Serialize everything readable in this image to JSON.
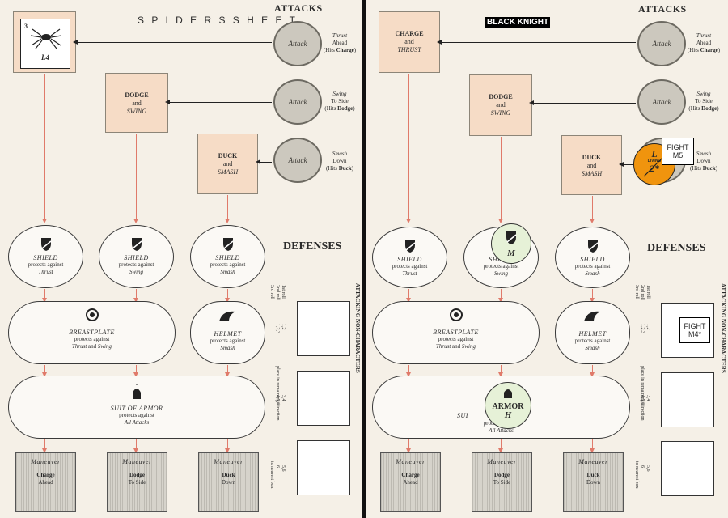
{
  "left": {
    "title": "S P I D E R S    S H E E T",
    "attacks_header": "ATTACKS",
    "defenses_header": "DEFENSES",
    "counter_top": "3",
    "counter_bottom": "L4",
    "attacks": [
      {
        "circle": "Attack",
        "line1": "Thrust",
        "line2": "Ahead",
        "hits_pre": "(Hits ",
        "hits_bold": "Charge",
        "hits_post": ")"
      },
      {
        "circle": "Attack",
        "line1": "Swing",
        "line2": "To Side",
        "hits_pre": "(Hits ",
        "hits_bold": "Dodge",
        "hits_post": ")"
      },
      {
        "circle": "Attack",
        "line1": "Smash",
        "line2": "Down",
        "hits_pre": "(Hits ",
        "hits_bold": "Duck",
        "hits_post": ")"
      }
    ],
    "boxes": [
      {
        "title": "DODGE",
        "and": "and",
        "sub": "SWING"
      },
      {
        "title": "DUCK",
        "and": "and",
        "sub": "SMASH"
      }
    ],
    "shields": [
      {
        "name": "SHIELD",
        "p": "protects against",
        "a": "Thrust"
      },
      {
        "name": "SHIELD",
        "p": "protects against",
        "a": "Swing"
      },
      {
        "name": "SHIELD",
        "p": "protects against",
        "a": "Smash"
      }
    ],
    "breastplate": {
      "name": "BREASTPLATE",
      "p": "protects against",
      "a1": "Thrust",
      "and": " and ",
      "a2": "Swing"
    },
    "helmet": {
      "name": "HELMET",
      "p": "protects against",
      "a": "Smash"
    },
    "armor": {
      "name": "SUIT OF ARMOR",
      "p": "protects against",
      "a": "All Attacks"
    },
    "maneuvers": [
      {
        "label": "Maneuver",
        "l1": "Charge",
        "l2": "Ahead"
      },
      {
        "label": "Maneuver",
        "l1": "Dodge",
        "l2": "To Side"
      },
      {
        "label": "Maneuver",
        "l1": "Duck",
        "l2": "Down"
      }
    ],
    "rolls": {
      "r1": "1st roll",
      "r2": "2nd roll",
      "r3": "3rd roll",
      "a": "1,2",
      "b": "1,2,3",
      "c": "3,4",
      "d": "4,5,6",
      "e": "5,6",
      "f": "6"
    },
    "side_label": "ATTACKING NON-CHARACTERS",
    "side_label2": "place in remaining direction",
    "side_label3": "to nearest box"
  },
  "right": {
    "title": "BLACK KNIGHT",
    "attacks_header": "ATTACKS",
    "defenses_header": "DEFENSES",
    "attacks": [
      {
        "circle": "Attack",
        "line1": "Thrust",
        "line2": "Ahead",
        "hits_pre": "(Hits ",
        "hits_bold": "Charge",
        "hits_post": ")"
      },
      {
        "circle": "Attack",
        "line1": "Swing",
        "line2": "To Side",
        "hits_pre": "(Hits ",
        "hits_bold": "Dodge",
        "hits_post": ")"
      },
      {
        "circle": "Attack",
        "line1": "Smash",
        "line2": "Down",
        "hits_pre": "(Hits ",
        "hits_bold": "Duck",
        "hits_post": ")"
      }
    ],
    "boxes": [
      {
        "title": "CHARGE",
        "and": "and",
        "sub": "THRUST"
      },
      {
        "title": "DODGE",
        "and": "and",
        "sub": "SWING"
      },
      {
        "title": "DUCK",
        "and": "and",
        "sub": "SMASH"
      }
    ],
    "shields": [
      {
        "name": "SHIELD",
        "p": "protects against",
        "a": "Thrust"
      },
      {
        "name": "SHIELD",
        "p": "protects against",
        "a": "Swing"
      },
      {
        "name": "SHIELD",
        "p": "protects against",
        "a": "Smash"
      }
    ],
    "breastplate": {
      "name": "BREASTPLATE",
      "p": "protects against",
      "a1": "Thrust",
      "and": " and ",
      "a2": "Swing"
    },
    "helmet": {
      "name": "HELMET",
      "p": "protects against",
      "a": "Smash"
    },
    "armor": {
      "name": "SUI",
      "p": "protects against",
      "a": "All Attacks"
    },
    "maneuvers": [
      {
        "label": "Maneuver",
        "l1": "Charge",
        "l2": "Ahead"
      },
      {
        "label": "Maneuver",
        "l1": "Dodge",
        "l2": "To Side"
      },
      {
        "label": "Maneuver",
        "l1": "Duck",
        "l2": "Down"
      }
    ],
    "rolls": {
      "r1": "1st roll",
      "r2": "2nd roll",
      "r3": "3rd roll",
      "a": "1,2",
      "b": "1,2,3",
      "c": "3,4",
      "d": "4,5,6",
      "e": "5,6",
      "f": "6"
    },
    "side_label": "ATTACKING NON-CHARACTERS",
    "side_label2": "place in remaining direction",
    "side_label3": "to nearest box",
    "counters": {
      "shield_m": "M",
      "armor_top": "ARMOR",
      "armor_bottom": "H",
      "living_top": "L",
      "living_mid": "LIVING",
      "living_bottom": "2*"
    },
    "fight_tags": [
      {
        "l1": "FIGHT",
        "l2": "M5"
      },
      {
        "l1": "FIGHT",
        "l2": "M4*"
      }
    ]
  }
}
